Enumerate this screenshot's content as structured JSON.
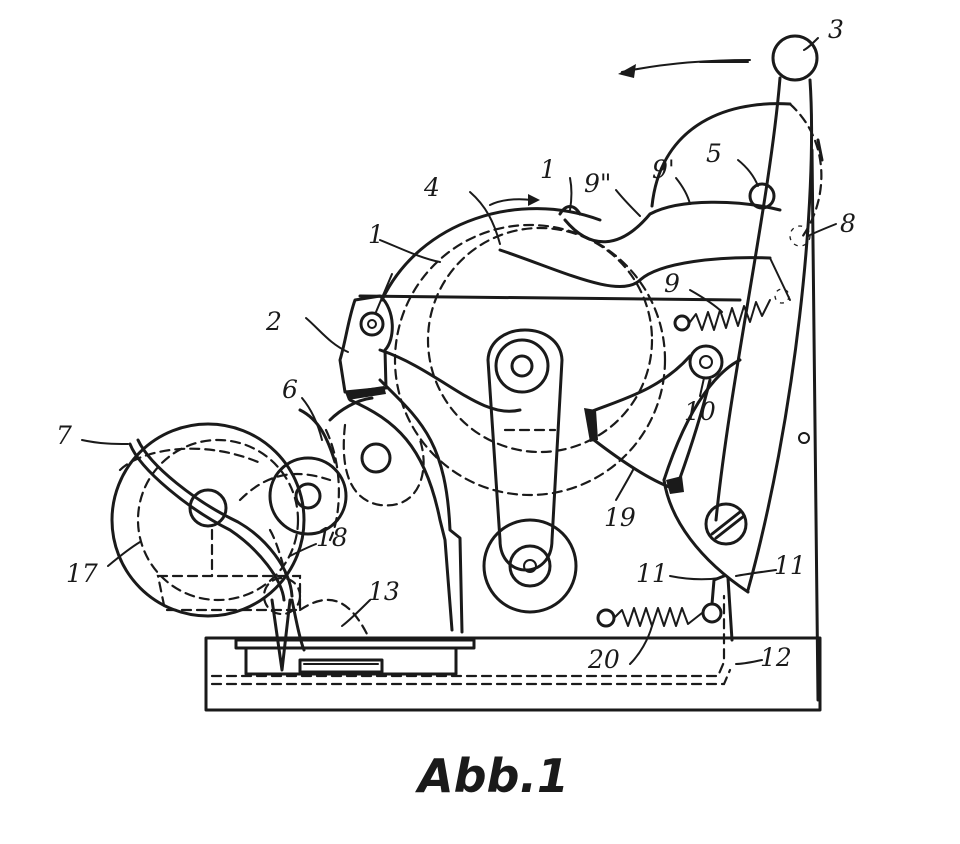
{
  "figure": {
    "caption": "Abb.1",
    "labels": {
      "l1": "1",
      "l1_top": "1",
      "l2": "2",
      "l3": "3",
      "l4": "4",
      "l5": "5",
      "l6": "6",
      "l7": "7",
      "l8": "8",
      "l9": "9",
      "l9p": "9'",
      "l9pp": "9\"",
      "l10": "10",
      "l11a": "11",
      "l11b": "11",
      "l12": "12",
      "l13": "13",
      "l17": "17",
      "l18": "18",
      "l19": "19",
      "l20": "20"
    }
  }
}
